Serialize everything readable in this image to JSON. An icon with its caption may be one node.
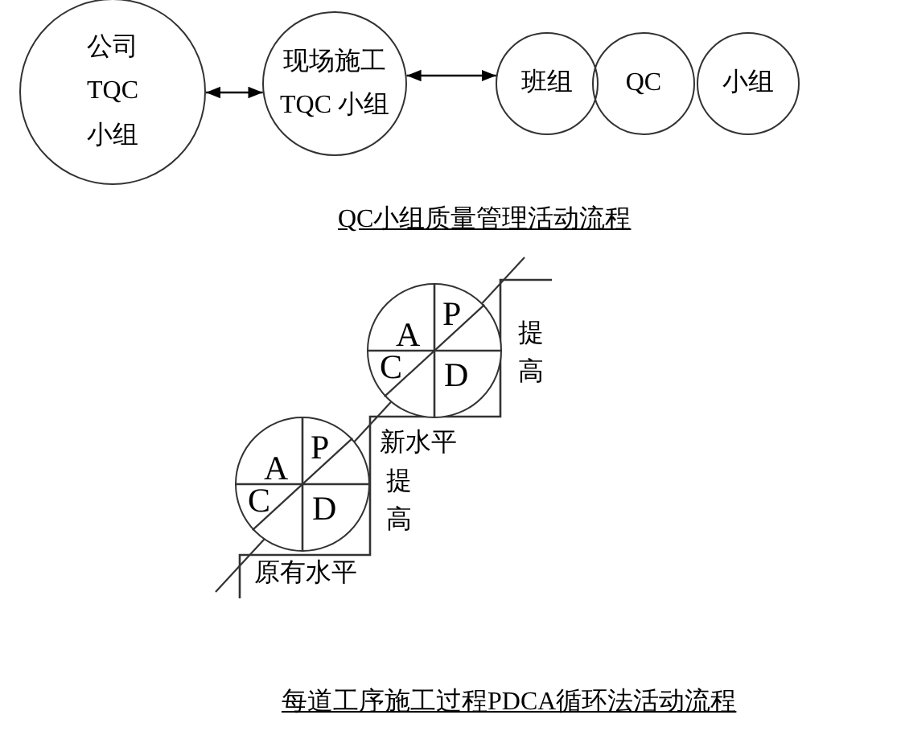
{
  "diagram": {
    "title": "QC小组质量管理活动流程",
    "caption": "每道工序施工过程PDCA循环法活动流程",
    "nodes": [
      {
        "text": [
          "公司 TQC 小组"
        ]
      },
      {
        "text": [
          "现场施工 TQC 小组"
        ]
      },
      {
        "text": [
          "班组"
        ]
      },
      {
        "text": [
          "QC"
        ]
      },
      {
        "text": [
          "小组"
        ]
      },
      {
        "text": [
          "A",
          "P",
          "C",
          "D"
        ]
      },
      {
        "text": [
          "A",
          "P",
          "C",
          "D"
        ]
      }
    ],
    "edges": [
      {
        "from": 0,
        "to": 1,
        "arrow": "both"
      },
      {
        "from": 1,
        "to": 2,
        "arrow": "both"
      }
    ],
    "labels": [
      "提高",
      "新水平",
      "提高",
      "原有水平"
    ]
  }
}
